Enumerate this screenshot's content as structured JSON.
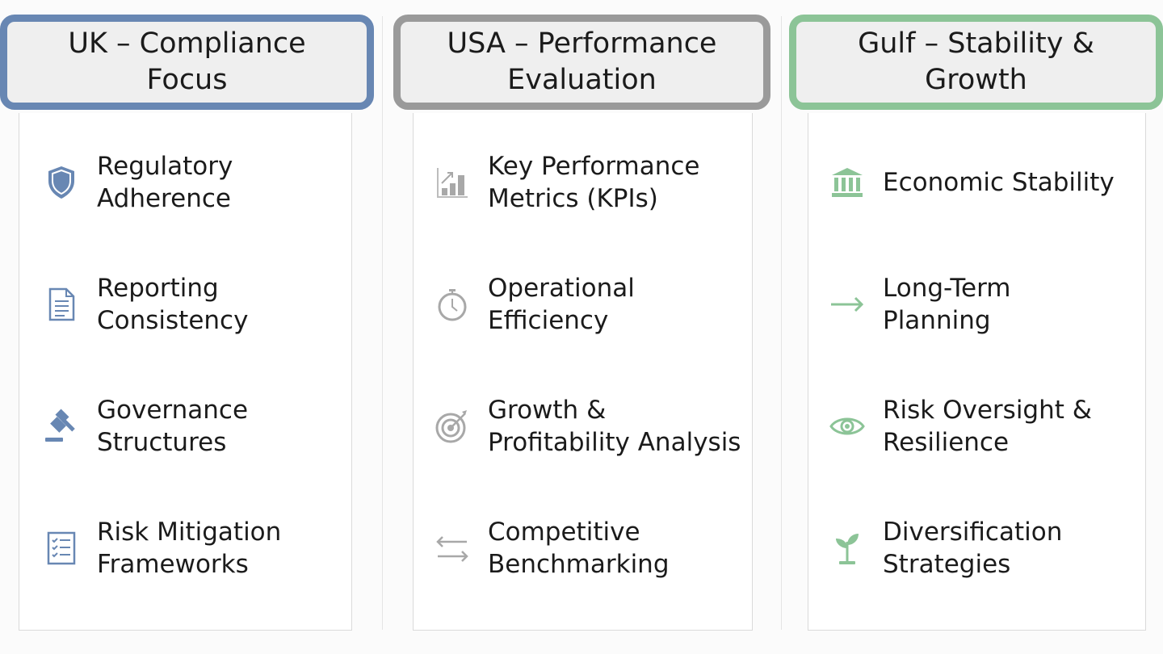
{
  "colors": {
    "uk": "#6887b3",
    "usa": "#9a9a9a",
    "gulf": "#8cc497"
  },
  "columns": [
    {
      "title": "UK – Compliance Focus",
      "items": [
        {
          "label": "Regulatory\nAdherence",
          "icon": "shield-icon"
        },
        {
          "label": "Reporting\nConsistency",
          "icon": "document-icon"
        },
        {
          "label": "Governance\nStructures",
          "icon": "gavel-icon"
        },
        {
          "label": "Risk Mitigation\nFrameworks",
          "icon": "checklist-icon"
        }
      ]
    },
    {
      "title": "USA – Performance Evaluation",
      "items": [
        {
          "label": "Key Performance\nMetrics (KPIs)",
          "icon": "bar-chart-icon"
        },
        {
          "label": "Operational\nEfficiency",
          "icon": "stopwatch-icon"
        },
        {
          "label": "Growth &\nProfitability Analysis",
          "icon": "target-icon"
        },
        {
          "label": "Competitive\nBenchmarking",
          "icon": "swap-arrows-icon"
        }
      ]
    },
    {
      "title": "Gulf – Stability & Growth",
      "items": [
        {
          "label": "Economic Stability",
          "icon": "bank-icon"
        },
        {
          "label": "Long-Term\nPlanning",
          "icon": "arrow-right-icon"
        },
        {
          "label": "Risk Oversight &\nResilience",
          "icon": "eye-icon"
        },
        {
          "label": "Diversification\nStrategies",
          "icon": "sprout-icon"
        }
      ]
    }
  ]
}
